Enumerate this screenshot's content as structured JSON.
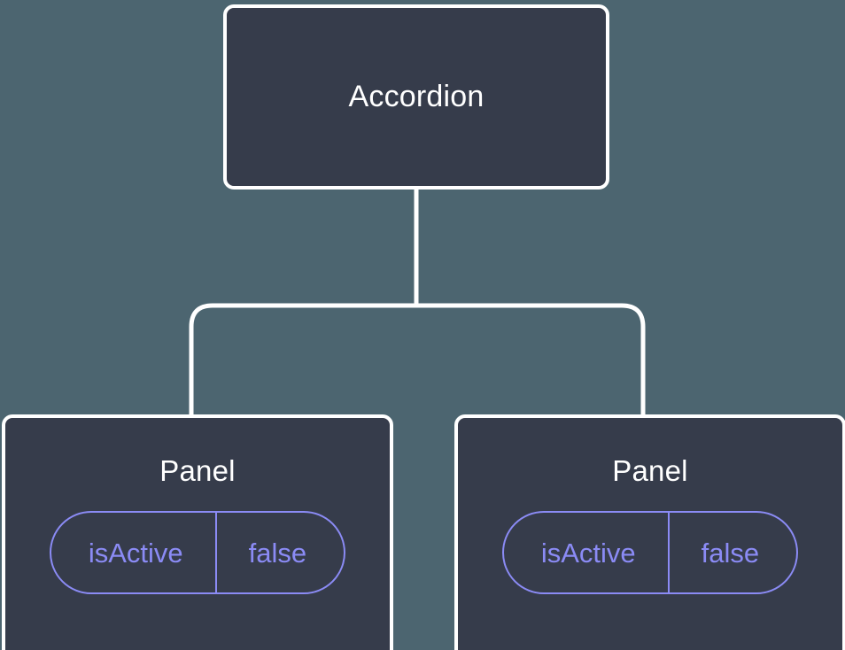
{
  "diagram": {
    "type": "component-tree",
    "background_color": "#4c6570",
    "node_fill_color": "#363c4b",
    "node_border_color": "#ffffff",
    "connector_color": "#ffffff",
    "prop_accent_color": "#8b8bf5",
    "title_color": "#ffffff",
    "root": {
      "label": "Accordion"
    },
    "children": [
      {
        "label": "Panel",
        "props": [
          {
            "key": "isActive",
            "value": "false"
          }
        ]
      },
      {
        "label": "Panel",
        "props": [
          {
            "key": "isActive",
            "value": "false"
          }
        ]
      }
    ]
  }
}
